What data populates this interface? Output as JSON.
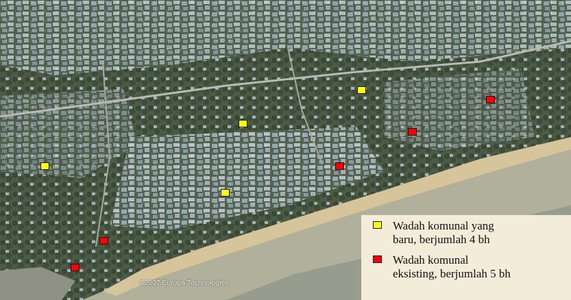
{
  "map": {
    "credit": "©2007 Europa Technologies",
    "colors": {
      "vegetation": "#4f5e46",
      "vegetation_dark": "#3b4836",
      "rooftops": "#9fb3c1",
      "beach": "#d4c096",
      "sea_shallow": "#b5b49a",
      "sea_deep": "#8d9488"
    }
  },
  "legend": {
    "items": [
      {
        "id": "new",
        "color": "#ffff00",
        "text": "Wadah komunal yang\nbaru, berjumlah 4 bh"
      },
      {
        "id": "existing",
        "color": "#ff0000",
        "text": "Wadah komunal\neksisting, berjumlah 5 bh"
      }
    ]
  },
  "markers": [
    {
      "type": "new",
      "color": "#ffff00"
    },
    {
      "type": "new",
      "color": "#ffff00"
    },
    {
      "type": "new",
      "color": "#ffff00"
    },
    {
      "type": "new",
      "color": "#ffff00"
    },
    {
      "type": "existing",
      "color": "#ff0000"
    },
    {
      "type": "existing",
      "color": "#ff0000"
    },
    {
      "type": "existing",
      "color": "#ff0000"
    },
    {
      "type": "existing",
      "color": "#ff0000"
    },
    {
      "type": "existing",
      "color": "#ff0000"
    }
  ]
}
